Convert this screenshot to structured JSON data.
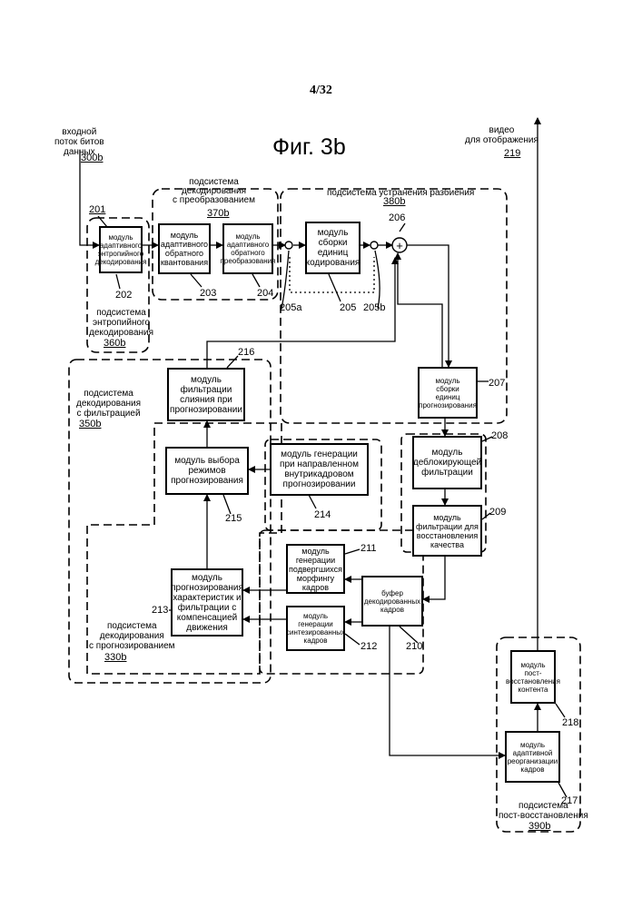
{
  "page": {
    "number": "4/32",
    "figure_title": "Фиг. 3b"
  },
  "labels": {
    "input_stream": "входной\nпоток битов\nданных",
    "input_ref": "300b",
    "video_out": "видео\nдля отображения",
    "video_ref": "219"
  },
  "subsystems": {
    "transform": {
      "title": "подсистема\nдекодирования\nс преобразованием",
      "ref": "370b"
    },
    "deblock": {
      "title": "подсистема устранения разбиения",
      "ref": "380b"
    },
    "entropy": {
      "title": "подсистема\nэнтропийного\nдекодирования",
      "ref": "360b"
    },
    "filtering": {
      "title": "подсистема\nдекодирования\nс фильтрацией",
      "ref": "350b"
    },
    "prediction": {
      "title": "подсистема\nдекодирования\nс прогнозированием",
      "ref": "330b"
    },
    "post": {
      "title": "подсистема\nпост-восстановления",
      "ref": "390b"
    }
  },
  "modules": {
    "m202": "модуль\nадаптивного\nэнтропийного\nдекодирования",
    "m203": "модуль\nадаптивного\nобратного\nквантования",
    "m204": "модуль\nадаптивного\nобратного\nпреобразования",
    "m205": "модуль\nсборки\nединиц\nкодирования",
    "m207": "модуль\nсборки\nединиц\nпрогнозирования",
    "m216": "модуль\nфильтрации\nслияния при\nпрогнозировании",
    "m208": "модуль\nдеблокирующей\nфильтрации",
    "m209": "модуль\nфильтрации для\nвосстановления\nкачества",
    "m215": "модуль выбора\nрежимов\nпрогнозирования",
    "m214": "модуль генерации\nпри направленном\nвнутрикадровом\nпрогнозировании",
    "m211": "модуль\nгенерации\nподвергшихся\nморфингу\nкадров",
    "m212": "модуль\nгенерации\nсинтезированных\nкадров",
    "m210": "буфер\nдекодированных\nкадров",
    "m213": "модуль\nпрогнозирования\nхарактеристик и\nфильтрации с\nкомпенсацией\nдвижения",
    "m218": "модуль\nпост-\nвосстановления\nконтента",
    "m217": "модуль\nадаптивной\nреорганизации\nкадров"
  },
  "refs": {
    "r201": "201",
    "r202": "202",
    "r203": "203",
    "r204": "204",
    "r205": "205",
    "r205a": "205a",
    "r205b": "205b",
    "r206": "206",
    "r207": "207",
    "r208": "208",
    "r209": "209",
    "r210": "210",
    "r211": "211",
    "r212": "212",
    "r213": "213",
    "r214": "214",
    "r215": "215",
    "r216": "216",
    "r217": "217",
    "r218": "218"
  },
  "symbols": {
    "adder": "+"
  }
}
